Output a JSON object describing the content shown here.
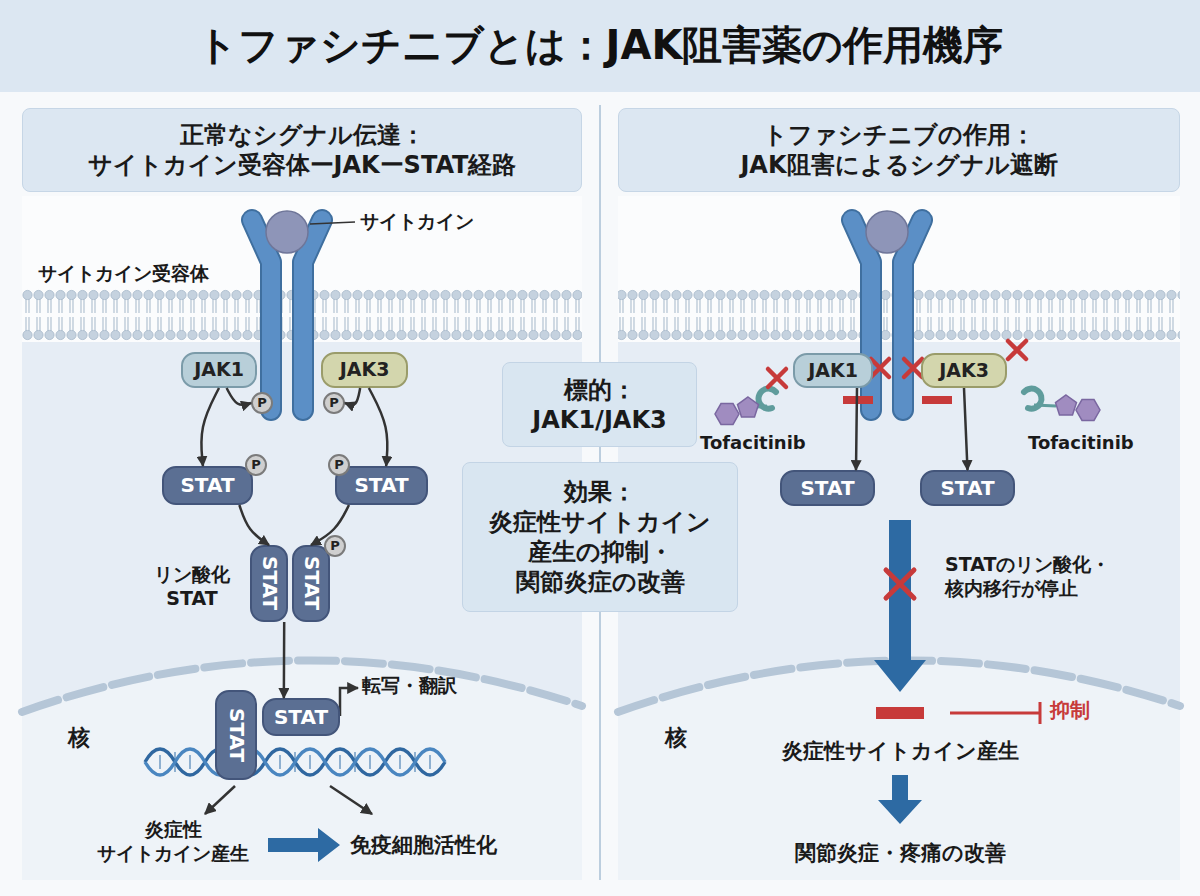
{
  "diagram": {
    "title": "トファシチニブとは：JAK阻害薬の作用機序",
    "nodes": [
      {
        "text": [
          "正常なシグナル伝達： サイトカイン受容体ーJAKーSTAT経路"
        ]
      },
      {
        "text": [
          "トファシチニブの作用： JAK阻害によるシグナル遮断"
        ]
      },
      {
        "text": [
          "JAK1"
        ]
      },
      {
        "text": [
          "JAK3"
        ]
      },
      {
        "text": [
          "P"
        ]
      },
      {
        "text": [
          "P"
        ]
      },
      {
        "text": [
          "STAT"
        ]
      },
      {
        "text": [
          "P"
        ]
      },
      {
        "text": [
          "STAT"
        ]
      },
      {
        "text": [
          "P"
        ]
      },
      {
        "text": [
          "STAT"
        ]
      },
      {
        "text": [
          "STAT"
        ]
      },
      {
        "text": [
          "P"
        ]
      },
      {
        "text": [
          "STAT"
        ]
      },
      {
        "text": [
          "STAT"
        ]
      },
      {
        "text": [
          "標的：",
          "JAK1/JAK3"
        ]
      },
      {
        "text": [
          "効果：",
          "炎症性サイトカイン 産生の抑制・ 関節炎症の改善"
        ]
      },
      {
        "text": [
          "JAK1"
        ]
      },
      {
        "text": [
          "JAK3"
        ]
      },
      {
        "text": [
          "STAT"
        ]
      },
      {
        "text": [
          "STAT"
        ]
      }
    ],
    "edges": [
      {
        "from": 2,
        "to": 4,
        "arrow": "to"
      },
      {
        "from": 3,
        "to": 5,
        "arrow": "to"
      },
      {
        "from": 2,
        "to": 6,
        "arrow": "to"
      },
      {
        "from": 3,
        "to": 8,
        "arrow": "to"
      },
      {
        "from": 6,
        "to": 10,
        "arrow": "to"
      },
      {
        "from": 8,
        "to": 11,
        "arrow": "to"
      },
      {
        "from": 10,
        "to": 14,
        "arrow": "to"
      },
      {
        "from": 17,
        "to": 19,
        "arrow": "to"
      },
      {
        "from": 18,
        "to": 20,
        "arrow": "to"
      }
    ],
    "labels": [
      "サイトカイン",
      "サイトカイン受容体",
      "リン酸化 STAT",
      "核",
      "転写・翻訳",
      "炎症性 サイトカイン産生",
      "免疫細胞活性化",
      "Tofacitinib",
      "Tofacitinib",
      "STATのリン酸化・ 核内移行が停止",
      "核",
      "抑制",
      "炎症性サイトカイン産生",
      "関節炎症・疼痛の改善"
    ]
  }
}
